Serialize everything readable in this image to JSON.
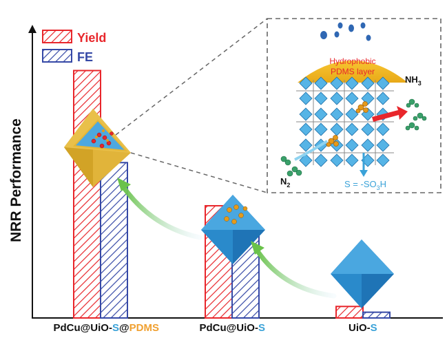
{
  "chart_data": {
    "type": "bar",
    "ylabel": "NRR Performance",
    "categories": [
      {
        "parts": [
          {
            "text": "PdCu@UiO-",
            "color": "#111111"
          },
          {
            "text": "S",
            "color": "#3aa2d8"
          },
          {
            "text": "@",
            "color": "#111111"
          },
          {
            "text": "PDMS",
            "color": "#f0a030"
          }
        ]
      },
      {
        "parts": [
          {
            "text": "PdCu@UiO-",
            "color": "#111111"
          },
          {
            "text": "S",
            "color": "#3aa2d8"
          }
        ]
      },
      {
        "parts": [
          {
            "text": "UiO-",
            "color": "#111111"
          },
          {
            "text": "S",
            "color": "#3aa2d8"
          }
        ]
      }
    ],
    "series": [
      {
        "name": "Yield",
        "color": "#e8262b",
        "values": [
          0.86,
          0.39,
          0.04
        ]
      },
      {
        "name": "FE",
        "color": "#3548a6",
        "values": [
          0.54,
          0.3,
          0.02
        ]
      }
    ],
    "ylim": [
      0,
      1
    ],
    "legend": "top-left",
    "inset": {
      "top_label_line1": "Hydrophobic",
      "top_label_line2": "PDMS layer",
      "product_label": "NH",
      "product_sub": "3",
      "reactant_label": "N",
      "reactant_sub": "2",
      "group_label_prefix": "S = -SO",
      "group_sub": "3",
      "group_suffix": "H"
    }
  }
}
